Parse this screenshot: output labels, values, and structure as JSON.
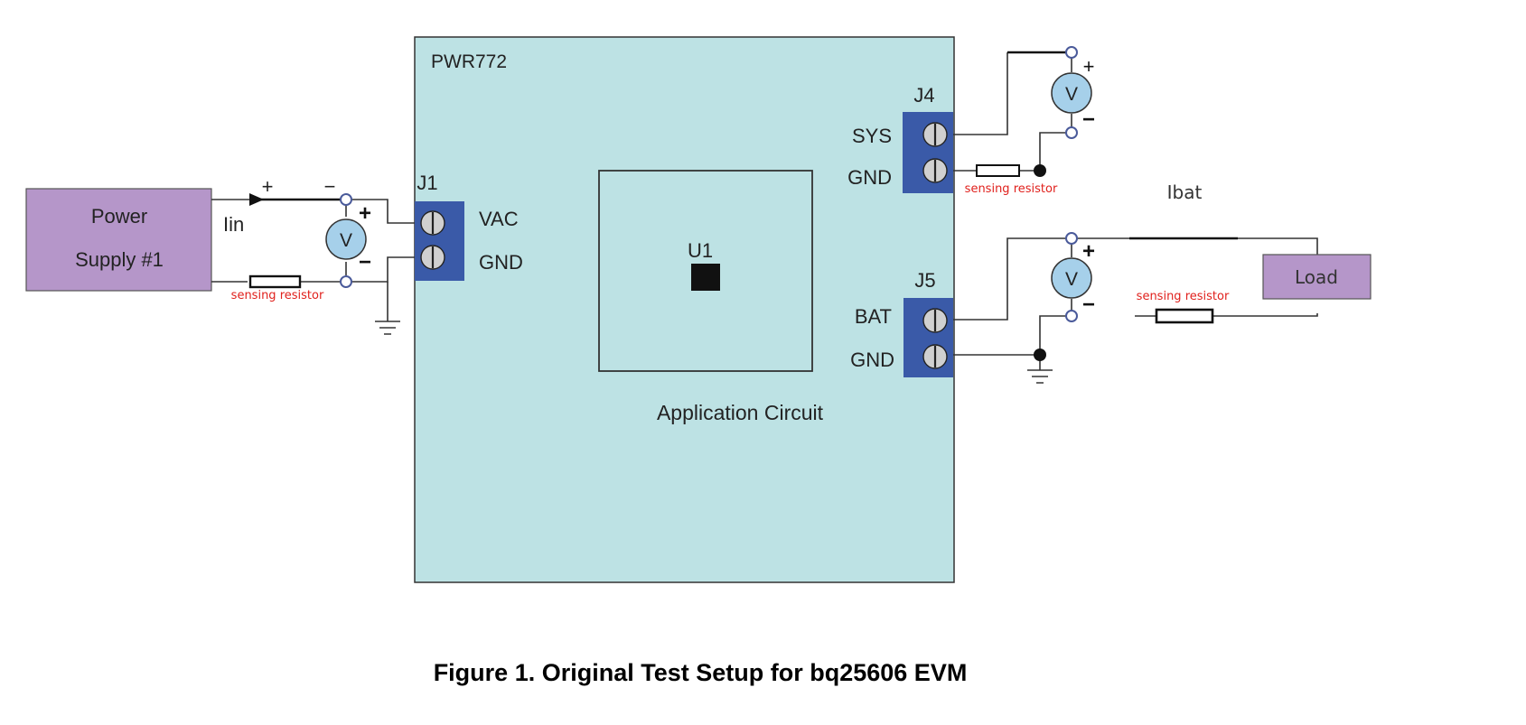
{
  "colors": {
    "board": "#bde2e4",
    "connector": "#3a5aa8",
    "power_supply": "#b596c9",
    "load": "#b596c9",
    "voltmeter": "#a6d0ea",
    "resistor_label": "#e0201c"
  },
  "board": {
    "name": "PWR772",
    "circuit_label": "Application Circuit",
    "ic_label": "U1"
  },
  "power_supply": {
    "line1": "Power",
    "line2": "Supply #1"
  },
  "input_side": {
    "current_label": "Iin",
    "plus": "+",
    "minus": "−",
    "meter_plus": "+",
    "meter_minus": "−",
    "meter_label": "V",
    "resistor_label": "sensing resistor"
  },
  "j1": {
    "name": "J1",
    "pin1": "VAC",
    "pin2": "GND"
  },
  "j4": {
    "name": "J4",
    "pin1": "SYS",
    "pin2": "GND",
    "meter_label": "V",
    "meter_plus": "+",
    "meter_minus": "−",
    "resistor_label": "sensing resistor"
  },
  "j5": {
    "name": "J5",
    "pin1": "BAT",
    "pin2": "GND",
    "meter_label": "V",
    "meter_plus": "+",
    "meter_minus": "−",
    "resistor_label": "sensing resistor"
  },
  "output_side": {
    "current_label": "Ibat",
    "load_label": "Load"
  },
  "caption": "Figure 1. Original Test Setup for bq25606 EVM"
}
